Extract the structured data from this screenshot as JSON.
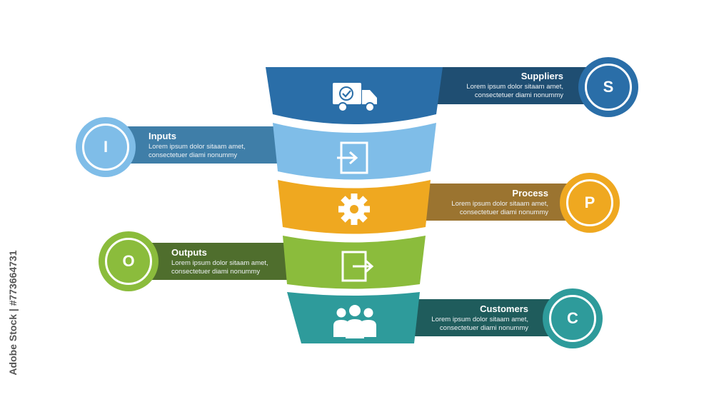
{
  "colors": {
    "suppliers": "#2a6ea8",
    "suppliers_dark": "#1f4e72",
    "inputs": "#7fbde8",
    "inputs_dark": "#3f7ea8",
    "process": "#efa820",
    "process_dark": "#9b7430",
    "outputs": "#8bbc3c",
    "outputs_dark": "#4f6e2d",
    "customers": "#2e9b9b",
    "customers_dark": "#1f5c5c"
  },
  "steps": [
    {
      "letter": "S",
      "title": "Suppliers",
      "desc1": "Lorem ipsum dolor sitaam amet,",
      "desc2": "consectetuer diami nonummy",
      "icon": "truck-check-icon"
    },
    {
      "letter": "I",
      "title": "Inputs",
      "desc1": "Lorem ipsum dolor sitaam amet,",
      "desc2": "consectetuer diami nonummy",
      "icon": "login-arrow-icon"
    },
    {
      "letter": "P",
      "title": "Process",
      "desc1": "Lorem ipsum dolor sitaam amet,",
      "desc2": "consectetuer diami nonummy",
      "icon": "gear-icon"
    },
    {
      "letter": "O",
      "title": "Outputs",
      "desc1": "Lorem ipsum dolor sitaam amet,",
      "desc2": "consectetuer diami nonummy",
      "icon": "logout-arrow-icon"
    },
    {
      "letter": "C",
      "title": "Customers",
      "desc1": "Lorem ipsum dolor sitaam amet,",
      "desc2": "consectetuer diami nonummy",
      "icon": "people-group-icon"
    }
  ],
  "watermark": "Adobe Stock | #773664731"
}
